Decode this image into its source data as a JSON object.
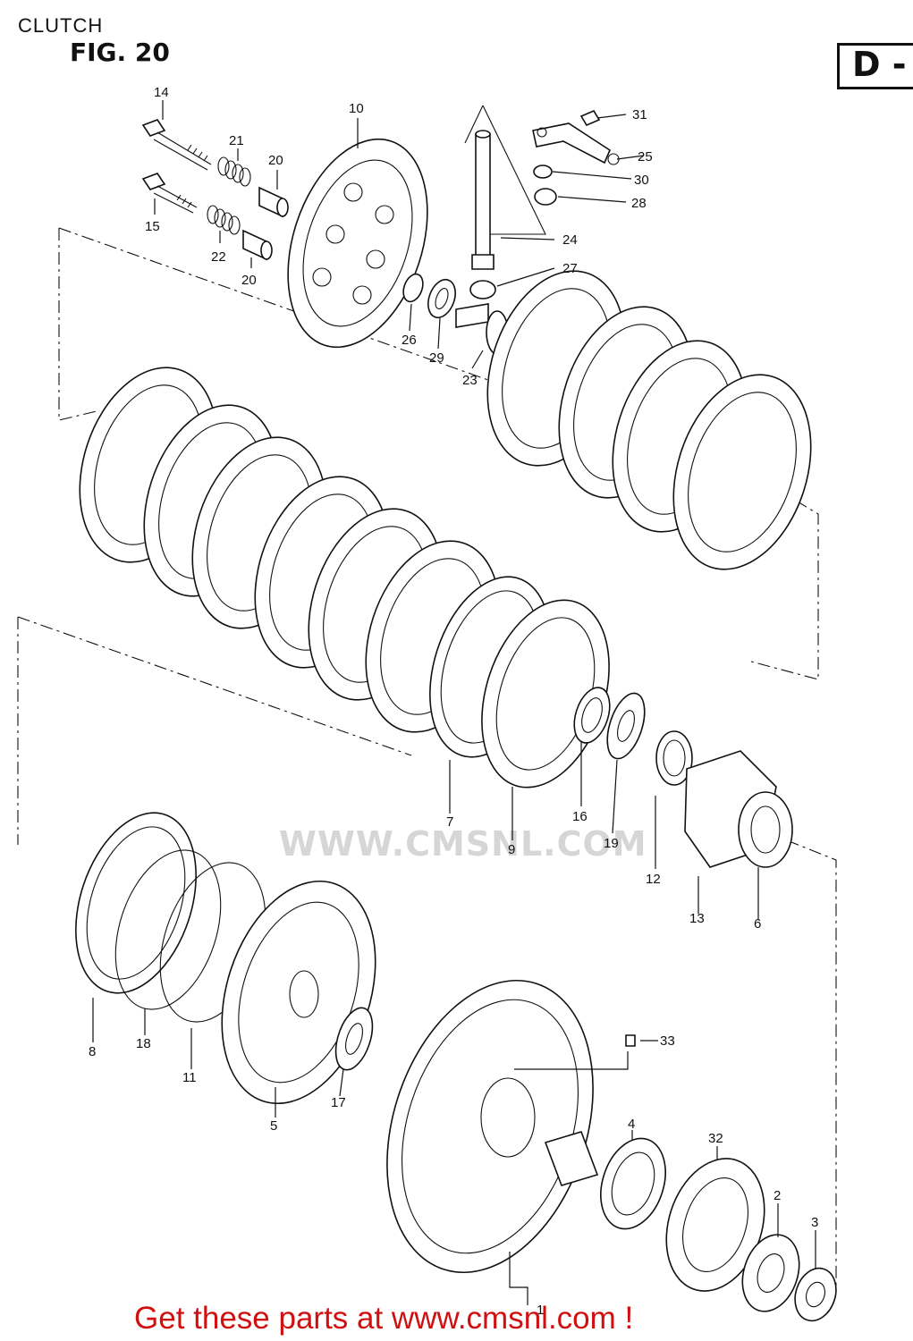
{
  "header": {
    "title": "CLUTCH",
    "figure": "FIG. 20",
    "section_letter": "D -"
  },
  "watermark": "WWW.CMSNL.COM",
  "footer": "Get these parts at www.cmsnl.com !",
  "parts": [
    {
      "id": "p14",
      "label": "14"
    },
    {
      "id": "p21",
      "label": "21"
    },
    {
      "id": "p20a",
      "label": "20"
    },
    {
      "id": "p15",
      "label": "15"
    },
    {
      "id": "p22",
      "label": "22"
    },
    {
      "id": "p20b",
      "label": "20"
    },
    {
      "id": "p10",
      "label": "10"
    },
    {
      "id": "p31",
      "label": "31"
    },
    {
      "id": "p25",
      "label": "25"
    },
    {
      "id": "p30",
      "label": "30"
    },
    {
      "id": "p28",
      "label": "28"
    },
    {
      "id": "p24",
      "label": "24"
    },
    {
      "id": "p27",
      "label": "27"
    },
    {
      "id": "p26",
      "label": "26"
    },
    {
      "id": "p29",
      "label": "29"
    },
    {
      "id": "p23",
      "label": "23"
    },
    {
      "id": "p7",
      "label": "7"
    },
    {
      "id": "p9",
      "label": "9"
    },
    {
      "id": "p16",
      "label": "16"
    },
    {
      "id": "p19",
      "label": "19"
    },
    {
      "id": "p12",
      "label": "12"
    },
    {
      "id": "p13",
      "label": "13"
    },
    {
      "id": "p6",
      "label": "6"
    },
    {
      "id": "p8",
      "label": "8"
    },
    {
      "id": "p18",
      "label": "18"
    },
    {
      "id": "p11",
      "label": "11"
    },
    {
      "id": "p5",
      "label": "5"
    },
    {
      "id": "p17",
      "label": "17"
    },
    {
      "id": "p33",
      "label": "33"
    },
    {
      "id": "p4",
      "label": "4"
    },
    {
      "id": "p32",
      "label": "32"
    },
    {
      "id": "p2",
      "label": "2"
    },
    {
      "id": "p3",
      "label": "3"
    },
    {
      "id": "p1",
      "label": "1"
    }
  ]
}
